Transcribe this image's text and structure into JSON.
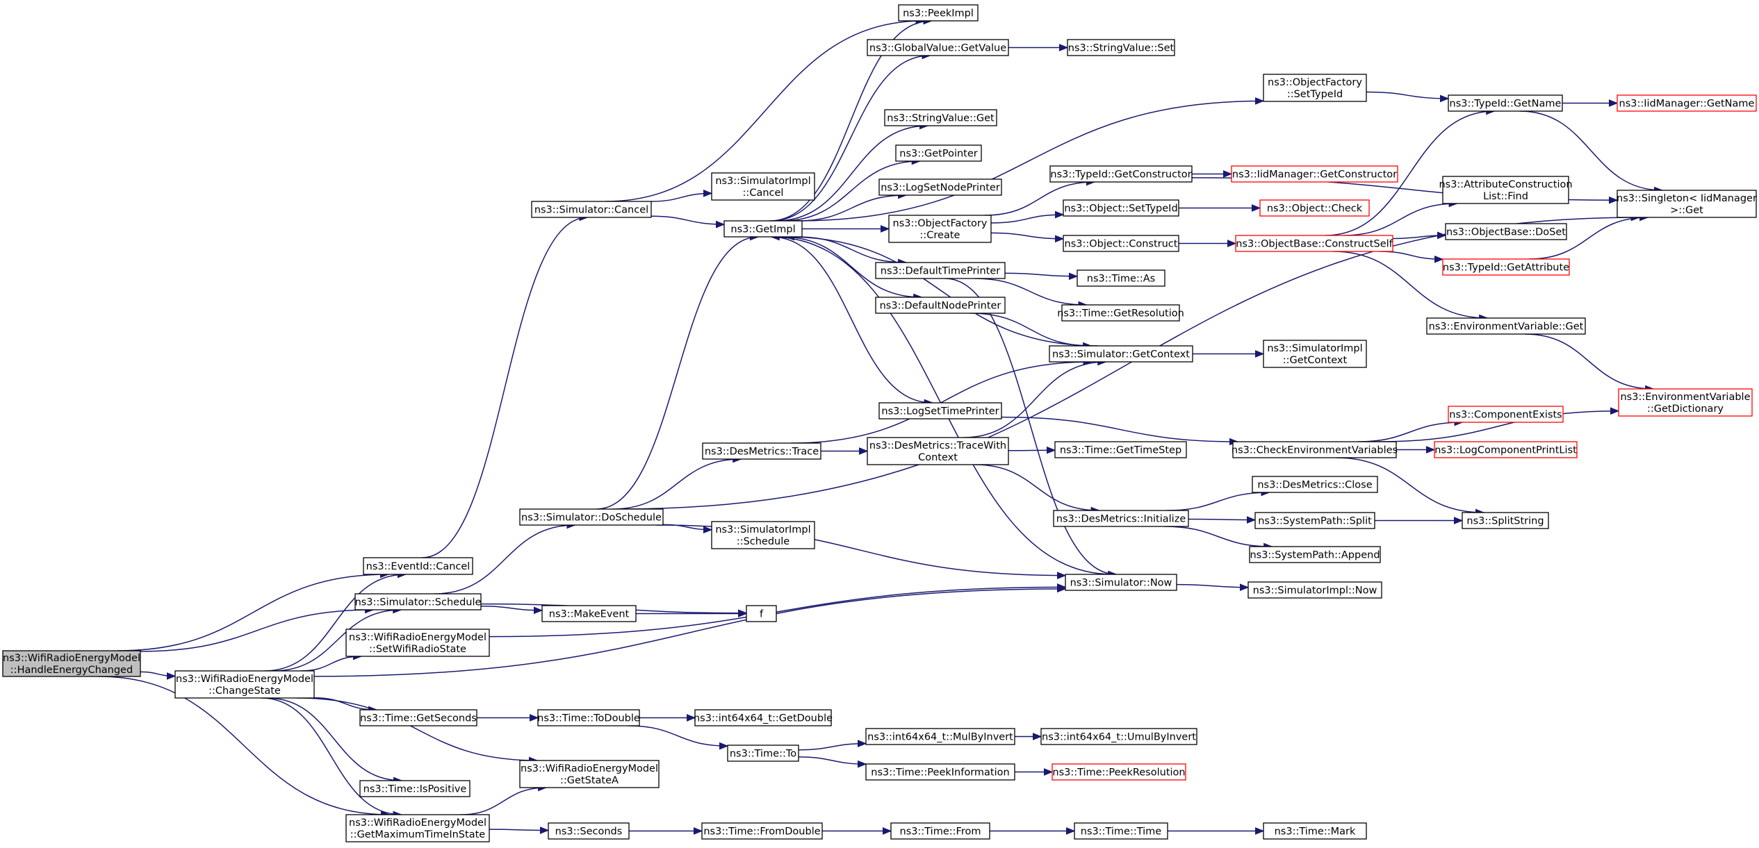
{
  "colors": {
    "edge": "#191970",
    "node_border": "#000000",
    "incomplete_node_border": "#ff0000",
    "root_fill": "#bfbfbf"
  },
  "nodes": [
    {
      "id": "root",
      "lines": [
        "ns3::WifiRadioEnergyModel",
        "::HandleEnergyChanged"
      ],
      "style": "root"
    },
    {
      "id": "eventid_cancel",
      "lines": [
        "ns3::EventId::Cancel"
      ]
    },
    {
      "id": "sim_schedule",
      "lines": [
        "ns3::Simulator::Schedule"
      ]
    },
    {
      "id": "set_wifi_state",
      "lines": [
        "ns3::WifiRadioEnergyModel",
        "::SetWifiRadioState"
      ]
    },
    {
      "id": "change_state",
      "lines": [
        "ns3::WifiRadioEnergyModel",
        "::ChangeState"
      ]
    },
    {
      "id": "get_max_time",
      "lines": [
        "ns3::WifiRadioEnergyModel",
        "::GetMaximumTimeInState"
      ]
    },
    {
      "id": "time_getseconds",
      "lines": [
        "ns3::Time::GetSeconds"
      ]
    },
    {
      "id": "time_ispositive",
      "lines": [
        "ns3::Time::IsPositive"
      ]
    },
    {
      "id": "get_state_a",
      "lines": [
        "ns3::WifiRadioEnergyModel",
        "::GetStateA"
      ]
    },
    {
      "id": "seconds",
      "lines": [
        "ns3::Seconds"
      ]
    },
    {
      "id": "make_event",
      "lines": [
        "ns3::MakeEvent"
      ]
    },
    {
      "id": "f",
      "lines": [
        "f"
      ]
    },
    {
      "id": "sim_cancel",
      "lines": [
        "ns3::Simulator::Cancel"
      ]
    },
    {
      "id": "sim_doschedule",
      "lines": [
        "ns3::Simulator::DoSchedule"
      ]
    },
    {
      "id": "simimpl_cancel",
      "lines": [
        "ns3::SimulatorImpl",
        "::Cancel"
      ]
    },
    {
      "id": "getimpl",
      "lines": [
        "ns3::GetImpl"
      ]
    },
    {
      "id": "desmetrics_trace",
      "lines": [
        "ns3::DesMetrics::Trace"
      ]
    },
    {
      "id": "simimpl_schedule",
      "lines": [
        "ns3::SimulatorImpl",
        "::Schedule"
      ]
    },
    {
      "id": "peekimpl",
      "lines": [
        "ns3::PeekImpl"
      ]
    },
    {
      "id": "globalvalue_getvalue",
      "lines": [
        "ns3::GlobalValue::GetValue"
      ]
    },
    {
      "id": "stringvalue_get",
      "lines": [
        "ns3::StringValue::Get"
      ]
    },
    {
      "id": "getpointer",
      "lines": [
        "ns3::GetPointer"
      ]
    },
    {
      "id": "logsetnodeprinter",
      "lines": [
        "ns3::LogSetNodePrinter"
      ]
    },
    {
      "id": "objfactory_create",
      "lines": [
        "ns3::ObjectFactory",
        "::Create"
      ]
    },
    {
      "id": "defaulttimeprinter",
      "lines": [
        "ns3::DefaultTimePrinter"
      ]
    },
    {
      "id": "defaultnodeprinter",
      "lines": [
        "ns3::DefaultNodePrinter"
      ]
    },
    {
      "id": "logsettimeprinter",
      "lines": [
        "ns3::LogSetTimePrinter"
      ]
    },
    {
      "id": "tracewithcontext",
      "lines": [
        "ns3::DesMetrics::TraceWith",
        "Context"
      ]
    },
    {
      "id": "stringvalue_set",
      "lines": [
        "ns3::StringValue::Set"
      ]
    },
    {
      "id": "objfactory_settypeid",
      "lines": [
        "ns3::ObjectFactory",
        "::SetTypeId"
      ]
    },
    {
      "id": "typeid_getname",
      "lines": [
        "ns3::TypeId::GetName"
      ]
    },
    {
      "id": "iid_getname",
      "lines": [
        "ns3::IidManager::GetName"
      ],
      "style": "red"
    },
    {
      "id": "typeid_getconstructor",
      "lines": [
        "ns3::TypeId::GetConstructor"
      ]
    },
    {
      "id": "iid_getconstructor",
      "lines": [
        "ns3::IidManager::GetConstructor"
      ],
      "style": "red"
    },
    {
      "id": "object_settypeid",
      "lines": [
        "ns3::Object::SetTypeId"
      ]
    },
    {
      "id": "object_check",
      "lines": [
        "ns3::Object::Check"
      ],
      "style": "red"
    },
    {
      "id": "object_construct",
      "lines": [
        "ns3::Object::Construct"
      ]
    },
    {
      "id": "objbase_constructself",
      "lines": [
        "ns3::ObjectBase::ConstructSelf"
      ],
      "style": "red"
    },
    {
      "id": "time_as",
      "lines": [
        "ns3::Time::As"
      ]
    },
    {
      "id": "time_getresolution",
      "lines": [
        "ns3::Time::GetResolution"
      ]
    },
    {
      "id": "sim_getcontext",
      "lines": [
        "ns3::Simulator::GetContext"
      ]
    },
    {
      "id": "simimpl_getcontext",
      "lines": [
        "ns3::SimulatorImpl",
        "::GetContext"
      ]
    },
    {
      "id": "time_gettimestep",
      "lines": [
        "ns3::Time::GetTimeStep"
      ]
    },
    {
      "id": "checkenvvars",
      "lines": [
        "ns3::CheckEnvironmentVariables"
      ]
    },
    {
      "id": "componentexists",
      "lines": [
        "ns3::ComponentExists"
      ],
      "style": "red"
    },
    {
      "id": "logcomponentprintlist",
      "lines": [
        "ns3::LogComponentPrintList"
      ],
      "style": "red"
    },
    {
      "id": "desmetrics_initialize",
      "lines": [
        "ns3::DesMetrics::Initialize"
      ]
    },
    {
      "id": "desmetrics_close",
      "lines": [
        "ns3::DesMetrics::Close"
      ]
    },
    {
      "id": "systempath_split",
      "lines": [
        "ns3::SystemPath::Split"
      ]
    },
    {
      "id": "systempath_append",
      "lines": [
        "ns3::SystemPath::Append"
      ]
    },
    {
      "id": "splitstring",
      "lines": [
        "ns3::SplitString"
      ]
    },
    {
      "id": "sim_now",
      "lines": [
        "ns3::Simulator::Now"
      ]
    },
    {
      "id": "simimpl_now",
      "lines": [
        "ns3::SimulatorImpl::Now"
      ]
    },
    {
      "id": "attrconstructionlist_find",
      "lines": [
        "ns3::AttributeConstruction",
        "List::Find"
      ]
    },
    {
      "id": "objbase_doset",
      "lines": [
        "ns3::ObjectBase::DoSet"
      ]
    },
    {
      "id": "typeid_getattribute",
      "lines": [
        "ns3::TypeId::GetAttribute"
      ],
      "style": "red"
    },
    {
      "id": "envvar_get",
      "lines": [
        "ns3::EnvironmentVariable::Get"
      ]
    },
    {
      "id": "envvar_getdictionary",
      "lines": [
        "ns3::EnvironmentVariable",
        "::GetDictionary"
      ],
      "style": "red"
    },
    {
      "id": "singleton_get",
      "lines": [
        "ns3::Singleton< IidManager",
        ">::Get"
      ]
    },
    {
      "id": "time_todouble",
      "lines": [
        "ns3::Time::ToDouble"
      ]
    },
    {
      "id": "int64_getdouble",
      "lines": [
        "ns3::int64x64_t::GetDouble"
      ]
    },
    {
      "id": "time_to",
      "lines": [
        "ns3::Time::To"
      ]
    },
    {
      "id": "int64_mulbyinvert",
      "lines": [
        "ns3::int64x64_t::MulByInvert"
      ]
    },
    {
      "id": "int64_umulbyinvert",
      "lines": [
        "ns3::int64x64_t::UmulByInvert"
      ]
    },
    {
      "id": "time_peekinformation",
      "lines": [
        "ns3::Time::PeekInformation"
      ]
    },
    {
      "id": "time_peekresolution",
      "lines": [
        "ns3::Time::PeekResolution"
      ],
      "style": "red"
    },
    {
      "id": "time_fromdouble",
      "lines": [
        "ns3::Time::FromDouble"
      ]
    },
    {
      "id": "time_from",
      "lines": [
        "ns3::Time::From"
      ]
    },
    {
      "id": "time_time",
      "lines": [
        "ns3::Time::Time"
      ]
    },
    {
      "id": "time_mark",
      "lines": [
        "ns3::Time::Mark"
      ]
    }
  ],
  "edges": [
    [
      "root",
      "eventid_cancel"
    ],
    [
      "root",
      "sim_schedule"
    ],
    [
      "root",
      "change_state"
    ],
    [
      "root",
      "get_max_time"
    ],
    [
      "eventid_cancel",
      "sim_cancel"
    ],
    [
      "sim_schedule",
      "sim_doschedule"
    ],
    [
      "sim_schedule",
      "make_event"
    ],
    [
      "sim_schedule",
      "f"
    ],
    [
      "set_wifi_state",
      "sim_now"
    ],
    [
      "change_state",
      "eventid_cancel"
    ],
    [
      "change_state",
      "sim_schedule"
    ],
    [
      "change_state",
      "set_wifi_state"
    ],
    [
      "change_state",
      "sim_now"
    ],
    [
      "change_state",
      "time_getseconds"
    ],
    [
      "change_state",
      "time_ispositive"
    ],
    [
      "change_state",
      "get_state_a"
    ],
    [
      "change_state",
      "get_max_time"
    ],
    [
      "get_max_time",
      "get_state_a"
    ],
    [
      "get_max_time",
      "seconds"
    ],
    [
      "time_getseconds",
      "time_todouble"
    ],
    [
      "seconds",
      "time_fromdouble"
    ],
    [
      "make_event",
      "f"
    ],
    [
      "sim_cancel",
      "peekimpl"
    ],
    [
      "sim_cancel",
      "simimpl_cancel"
    ],
    [
      "sim_cancel",
      "getimpl"
    ],
    [
      "sim_doschedule",
      "getimpl"
    ],
    [
      "sim_doschedule",
      "desmetrics_trace"
    ],
    [
      "sim_doschedule",
      "simimpl_schedule"
    ],
    [
      "sim_doschedule",
      "sim_now"
    ],
    [
      "sim_doschedule",
      "singleton_get"
    ],
    [
      "getimpl",
      "peekimpl"
    ],
    [
      "getimpl",
      "globalvalue_getvalue"
    ],
    [
      "getimpl",
      "objfactory_settypeid"
    ],
    [
      "getimpl",
      "stringvalue_get"
    ],
    [
      "getimpl",
      "getpointer"
    ],
    [
      "getimpl",
      "logsetnodeprinter"
    ],
    [
      "getimpl",
      "objfactory_create"
    ],
    [
      "getimpl",
      "defaulttimeprinter"
    ],
    [
      "getimpl",
      "defaultnodeprinter"
    ],
    [
      "getimpl",
      "logsettimeprinter"
    ],
    [
      "desmetrics_trace",
      "tracewithcontext"
    ],
    [
      "desmetrics_trace",
      "sim_getcontext"
    ],
    [
      "globalvalue_getvalue",
      "stringvalue_set"
    ],
    [
      "objfactory_settypeid",
      "typeid_getname"
    ],
    [
      "typeid_getname",
      "iid_getname"
    ],
    [
      "typeid_getname",
      "singleton_get"
    ],
    [
      "objfactory_create",
      "typeid_getconstructor"
    ],
    [
      "objfactory_create",
      "object_settypeid"
    ],
    [
      "objfactory_create",
      "object_construct"
    ],
    [
      "typeid_getconstructor",
      "iid_getconstructor"
    ],
    [
      "typeid_getconstructor",
      "singleton_get"
    ],
    [
      "object_settypeid",
      "object_check"
    ],
    [
      "object_construct",
      "objbase_constructself"
    ],
    [
      "objbase_constructself",
      "typeid_getname"
    ],
    [
      "objbase_constructself",
      "attrconstructionlist_find"
    ],
    [
      "objbase_constructself",
      "objbase_doset"
    ],
    [
      "objbase_constructself",
      "typeid_getattribute"
    ],
    [
      "objbase_constructself",
      "envvar_get"
    ],
    [
      "typeid_getattribute",
      "singleton_get"
    ],
    [
      "envvar_get",
      "envvar_getdictionary"
    ],
    [
      "defaulttimeprinter",
      "time_as"
    ],
    [
      "defaulttimeprinter",
      "time_getresolution"
    ],
    [
      "defaulttimeprinter",
      "sim_now"
    ],
    [
      "defaultnodeprinter",
      "sim_getcontext"
    ],
    [
      "sim_getcontext",
      "getimpl"
    ],
    [
      "sim_getcontext",
      "simimpl_getcontext"
    ],
    [
      "logsettimeprinter",
      "checkenvvars"
    ],
    [
      "tracewithcontext",
      "sim_getcontext"
    ],
    [
      "tracewithcontext",
      "time_gettimestep"
    ],
    [
      "tracewithcontext",
      "desmetrics_initialize"
    ],
    [
      "checkenvvars",
      "componentexists"
    ],
    [
      "checkenvvars",
      "logcomponentprintlist"
    ],
    [
      "checkenvvars",
      "splitstring"
    ],
    [
      "checkenvvars",
      "envvar_getdictionary"
    ],
    [
      "desmetrics_initialize",
      "desmetrics_close"
    ],
    [
      "desmetrics_initialize",
      "systempath_split"
    ],
    [
      "desmetrics_initialize",
      "systempath_append"
    ],
    [
      "systempath_split",
      "splitstring"
    ],
    [
      "sim_now",
      "getimpl"
    ],
    [
      "sim_now",
      "simimpl_now"
    ],
    [
      "time_todouble",
      "int64_getdouble"
    ],
    [
      "time_todouble",
      "time_to"
    ],
    [
      "time_to",
      "int64_mulbyinvert"
    ],
    [
      "time_to",
      "time_peekinformation"
    ],
    [
      "int64_mulbyinvert",
      "int64_umulbyinvert"
    ],
    [
      "time_peekinformation",
      "time_peekresolution"
    ],
    [
      "time_fromdouble",
      "time_from"
    ],
    [
      "time_from",
      "time_time"
    ],
    [
      "time_time",
      "time_mark"
    ]
  ]
}
